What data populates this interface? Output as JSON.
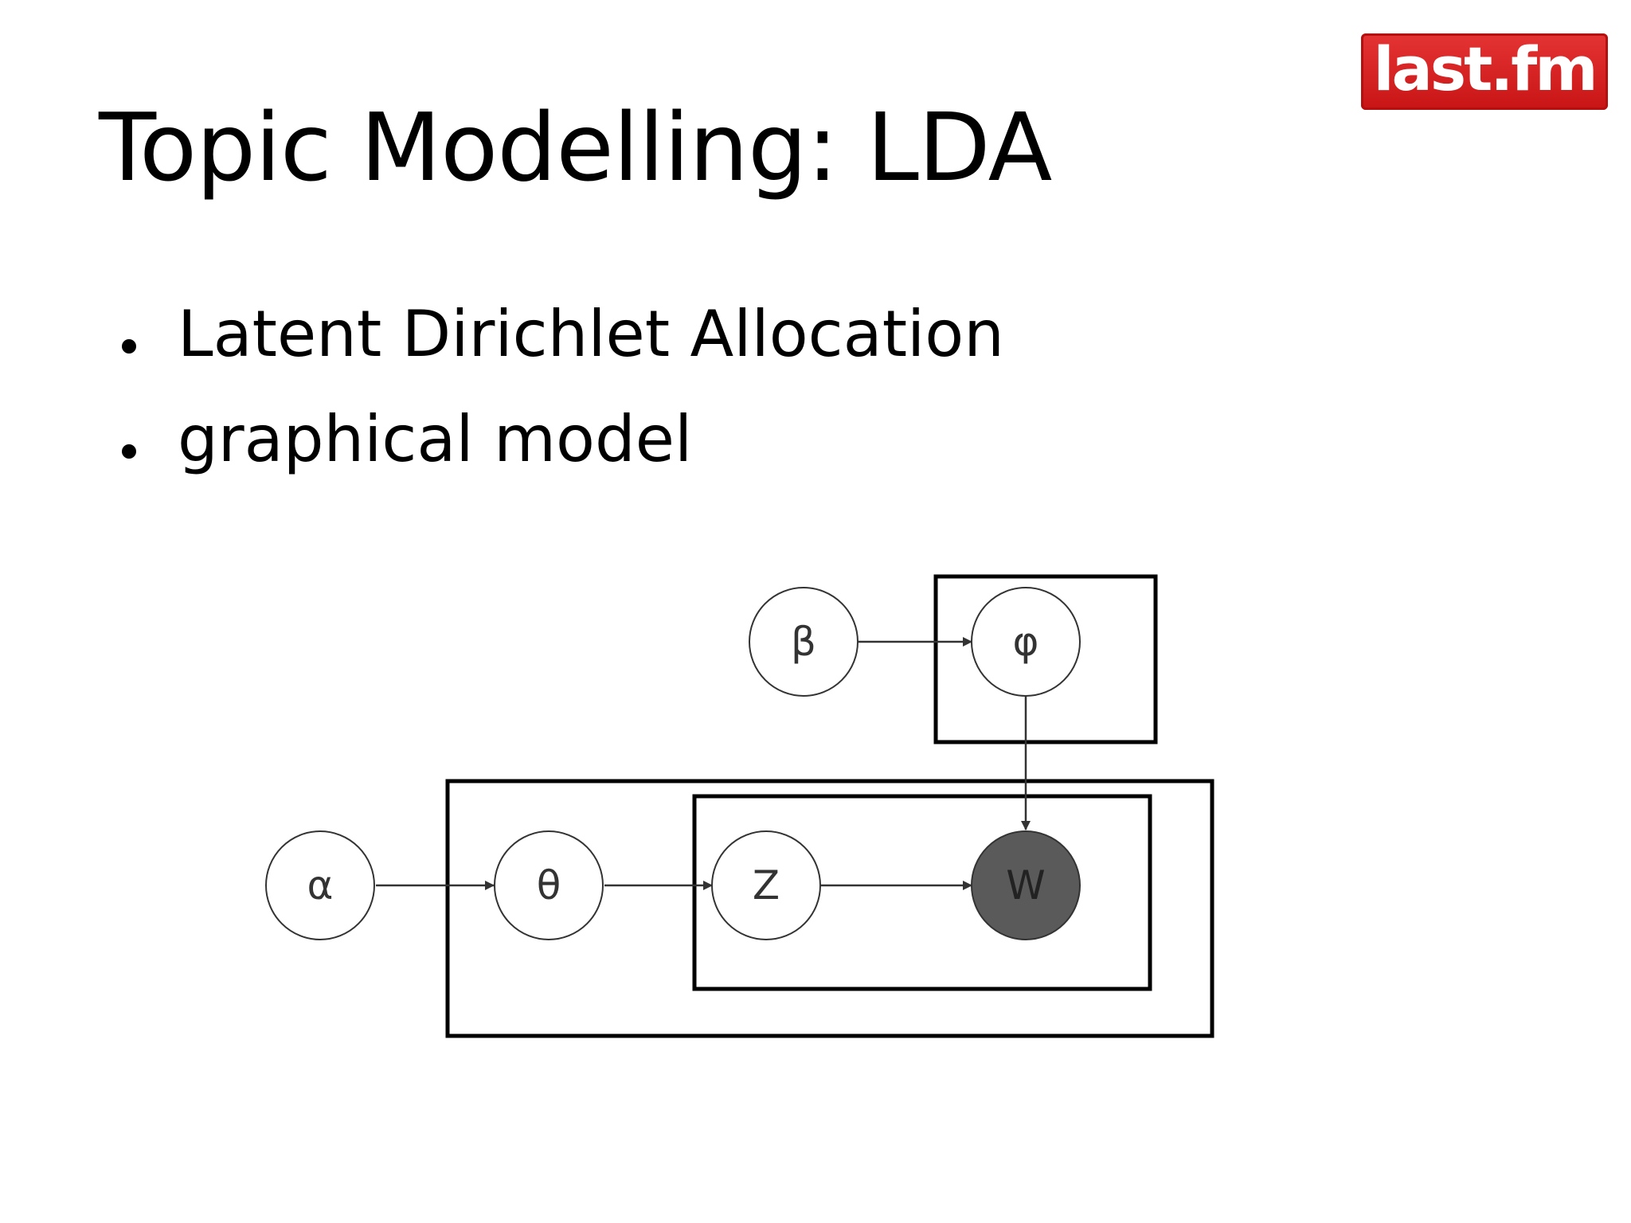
{
  "slide": {
    "title": "Topic Modelling: LDA",
    "logo": "last.fm",
    "bullets": [
      "Latent Dirichlet Allocation",
      "graphical model"
    ]
  },
  "diagram": {
    "nodes": {
      "alpha": "α",
      "theta": "θ",
      "z": "Z",
      "w": "W",
      "beta": "β",
      "phi": "φ"
    },
    "observed_node": "w",
    "colors": {
      "observed_fill": "#5a5a5a",
      "node_fill": "#ffffff",
      "stroke": "#333333",
      "plate_stroke": "#000000",
      "logo_red": "#d42020"
    }
  }
}
